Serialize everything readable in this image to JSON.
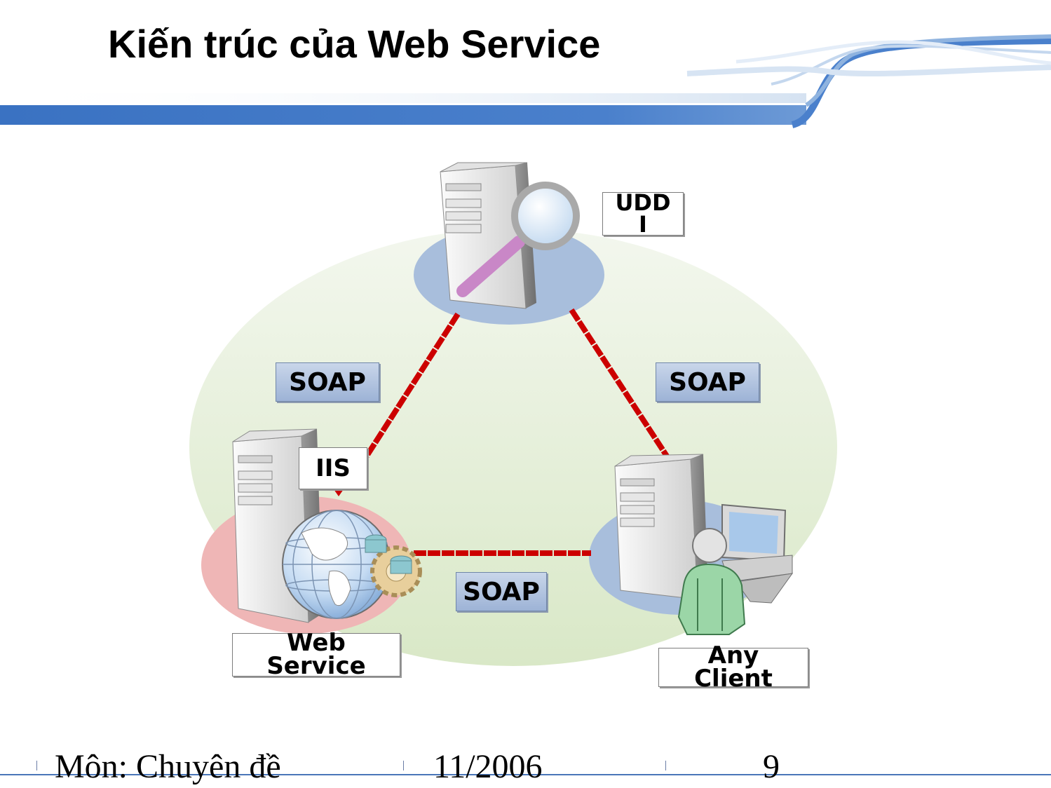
{
  "slide": {
    "title": "Kiến trúc của Web Service"
  },
  "diagram": {
    "labels": {
      "uddi": "UDD\nI",
      "soap_left": "SOAP",
      "soap_right": "SOAP",
      "soap_bottom": "SOAP",
      "iis": "IIS",
      "web_service": "Web\nService",
      "any_client": "Any\nClient"
    }
  },
  "footer": {
    "subject": "Môn: Chuyên đề",
    "date": "11/2006",
    "page": "9"
  },
  "colors": {
    "link_line": "#cc0000",
    "header_band": "#3d74c0",
    "blue_disc": "#a8bedc",
    "pink_disc": "#efb6b6",
    "green_bg": "#e1ecd0"
  }
}
